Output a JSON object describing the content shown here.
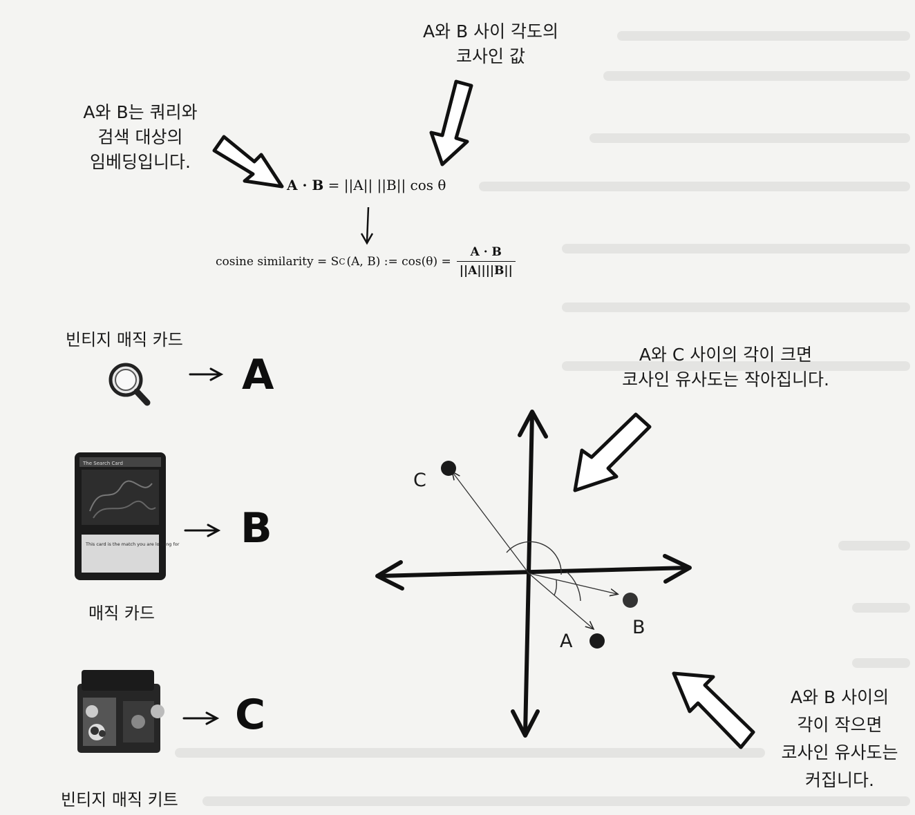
{
  "annotations": {
    "cosine_value": [
      "A와 B 사이 각도의",
      "코사인 값"
    ],
    "embeddings": [
      "A와 B는 쿼리와",
      "검색 대상의",
      "임베딩입니다."
    ],
    "large_angle": [
      "A와 C 사이의 각이 크면",
      "코사인 유사도는 작아집니다."
    ],
    "small_angle": [
      "A와 B 사이의",
      "각이 작으면",
      "코사인 유사도는",
      "커집니다."
    ]
  },
  "formulas": {
    "dot_product": {
      "lhs": "A · B",
      "rhs": "= ||A|| ||B|| cos θ"
    },
    "cosine_similarity": {
      "lhs": "cosine similarity = S",
      "sub": "C",
      "mid": "(A, B) := cos(θ) =",
      "numerator": "A · B",
      "denominator": "||A||||B||"
    }
  },
  "items": [
    {
      "label": "빈티지 매직 카드",
      "letter": "A",
      "icon": "magnifier-icon"
    },
    {
      "label": "매직 카드",
      "letter": "B",
      "icon": "magic-card-image"
    },
    {
      "label": "빈티지 매직 키트",
      "letter": "C",
      "icon": "magic-kit-image"
    }
  ],
  "card_text": {
    "title": "The Search Card",
    "body": "This card is the match you are looking for"
  },
  "plot_points": [
    {
      "label": "A"
    },
    {
      "label": "B"
    },
    {
      "label": "C"
    }
  ],
  "colors": {
    "ink": "#111111",
    "paper": "#f4f4f2",
    "point": "#1a1a1a"
  }
}
